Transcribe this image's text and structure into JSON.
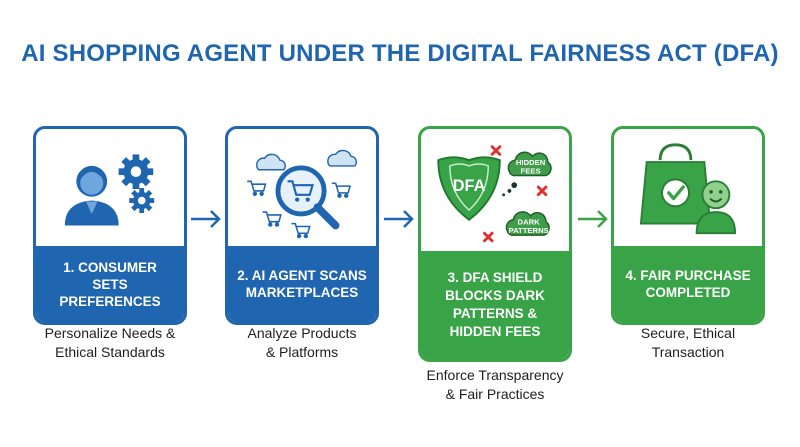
{
  "title": "AI SHOPPING AGENT UNDER THE DIGITAL FAIRNESS ACT (DFA)",
  "steps": [
    {
      "label_lines": [
        "1. CONSUMER SETS",
        "PREFERENCES"
      ],
      "desc_lines": [
        "Personalize Needs &",
        "Ethical Standards"
      ]
    },
    {
      "label_lines": [
        "2. AI AGENT SCANS",
        "MARKETPLACES"
      ],
      "desc_lines": [
        "Analyze Products",
        "& Platforms"
      ]
    },
    {
      "label_lines": [
        "3. DFA SHIELD",
        "BLOCKS DARK",
        "PATTERNS &",
        "HIDDEN FEES"
      ],
      "desc_lines": [
        "Enforce Transparency",
        "& Fair Practices"
      ]
    },
    {
      "label_lines": [
        "4. FAIR PURCHASE",
        "COMPLETED"
      ],
      "desc_lines": [
        "Secure, Ethical",
        "Transaction"
      ]
    }
  ],
  "shield": {
    "text": "DFA",
    "hidden_fees": [
      "HIDDEN",
      "FEES"
    ],
    "dark_patterns": [
      "DARK",
      "PATTERNS"
    ]
  },
  "colors": {
    "blue": "#1f65b0",
    "green": "#39a347",
    "light_blue": "#cfe3f5"
  }
}
